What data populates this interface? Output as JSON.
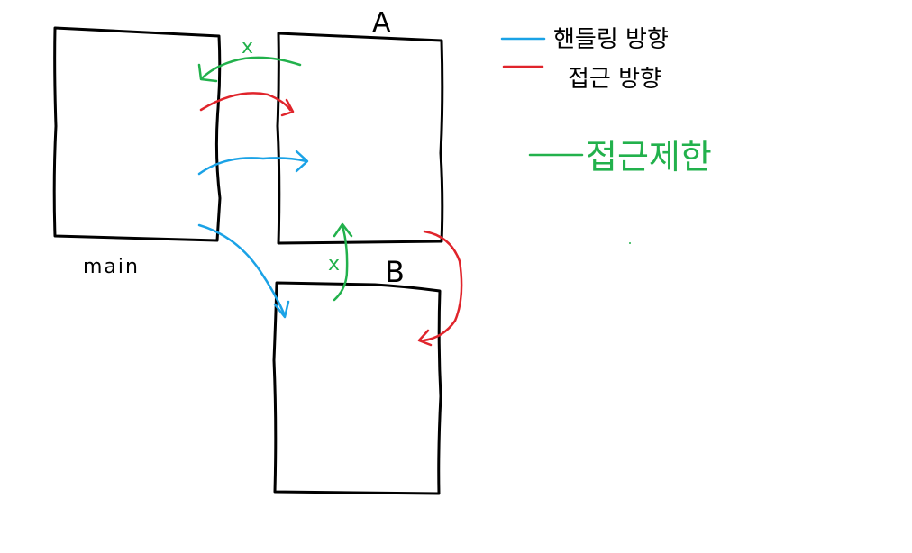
{
  "diagram": {
    "boxes": {
      "main": {
        "label": "main"
      },
      "a": {
        "label": "A"
      },
      "b": {
        "label": "B"
      }
    },
    "marks": {
      "blocked": "x"
    },
    "legend": {
      "handling": "핸들링 방향",
      "access": "접근 방향",
      "restricted": "접근제한"
    },
    "colors": {
      "handling": "#1aa2e6",
      "access": "#e0242b",
      "restricted": "#22b14c",
      "box": "#000000"
    }
  }
}
